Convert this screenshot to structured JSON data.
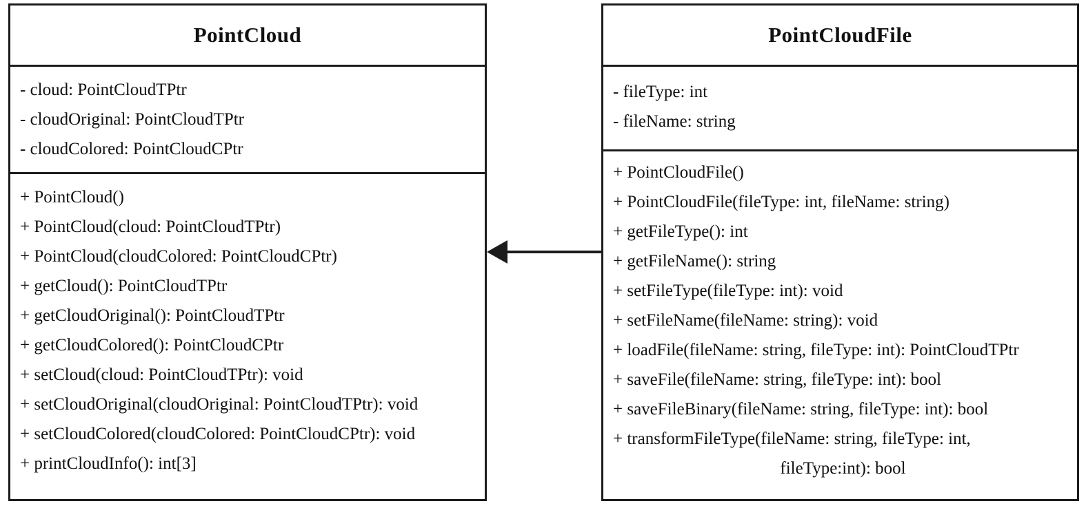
{
  "diagram": {
    "type": "uml-class-diagram",
    "colors": {
      "border": "#1c1c1c",
      "text": "#111111",
      "background": "#ffffff"
    },
    "classes": [
      {
        "name": "PointCloud",
        "attributes": [
          "- cloud: PointCloudTPtr",
          "- cloudOriginal: PointCloudTPtr",
          "- cloudColored: PointCloudCPtr"
        ],
        "methods": [
          "+ PointCloud()",
          "+ PointCloud(cloud: PointCloudTPtr)",
          "+ PointCloud(cloudColored: PointCloudCPtr)",
          "+ getCloud(): PointCloudTPtr",
          "+ getCloudOriginal(): PointCloudTPtr",
          "+ getCloudColored(): PointCloudCPtr",
          "+ setCloud(cloud: PointCloudTPtr): void",
          "+ setCloudOriginal(cloudOriginal: PointCloudTPtr): void",
          "+ setCloudColored(cloudColored: PointCloudCPtr): void",
          "+ printCloudInfo(): int[3]"
        ]
      },
      {
        "name": "PointCloudFile",
        "attributes": [
          "- fileType: int",
          "- fileName: string"
        ],
        "methods": [
          "+ PointCloudFile()",
          "+ PointCloudFile(fileType: int, fileName: string)",
          "+ getFileType(): int",
          "+ getFileName(): string",
          "+ setFileType(fileType: int): void",
          "+ setFileName(fileName: string): void",
          "+ loadFile(fileName: string, fileType: int): PointCloudTPtr",
          "+ saveFile(fileName: string, fileType: int): bool",
          "+ saveFileBinary(fileName: string, fileType: int): bool",
          "+ transformFileType(fileName: string, fileType: int,",
          {
            "text": "fileType:int): bool",
            "align": "center"
          }
        ]
      }
    ],
    "connector": {
      "type": "directed-association",
      "from": "PointCloudFile",
      "to": "PointCloud",
      "arrowhead": "filled-triangle-left"
    }
  }
}
